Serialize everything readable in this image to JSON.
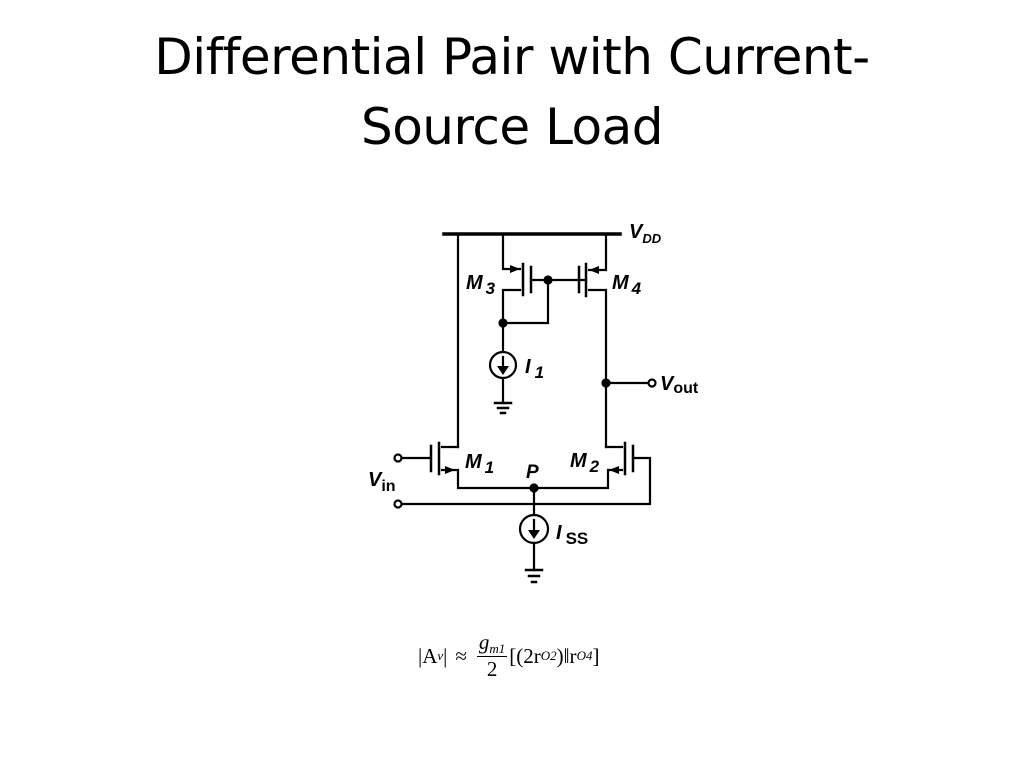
{
  "slide": {
    "title_line1": "Differential Pair with Current-",
    "title_line2": "Source Load"
  },
  "circuit": {
    "supply": {
      "name": "V",
      "sub": "DD"
    },
    "transistors": [
      {
        "id": "M3",
        "name": "M",
        "sub": "3",
        "type": "PMOS",
        "role": "diode-connected load"
      },
      {
        "id": "M4",
        "name": "M",
        "sub": "4",
        "type": "PMOS",
        "role": "current-source load"
      },
      {
        "id": "M1",
        "name": "M",
        "sub": "1",
        "type": "NMOS",
        "role": "input pair"
      },
      {
        "id": "M2",
        "name": "M",
        "sub": "2",
        "type": "NMOS",
        "role": "input pair"
      }
    ],
    "sources": [
      {
        "id": "I1",
        "name": "I",
        "sub": "1"
      },
      {
        "id": "ISS",
        "name": "I",
        "sub": "SS"
      }
    ],
    "nodes": {
      "tail": "P",
      "output": {
        "name": "V",
        "sub": "out"
      },
      "input": {
        "name": "V",
        "sub": "in"
      }
    }
  },
  "equation": {
    "lhs": "|A",
    "lhs_sub": "v",
    "lhs_close": "|",
    "approx": "≈",
    "numerator": "g",
    "numerator_sub": "m1",
    "denominator": "2",
    "rhs_open": "[(2r",
    "rhs_sub1": "O2",
    "rhs_mid": ")‖r",
    "rhs_sub2": "O4",
    "rhs_close": "]"
  }
}
